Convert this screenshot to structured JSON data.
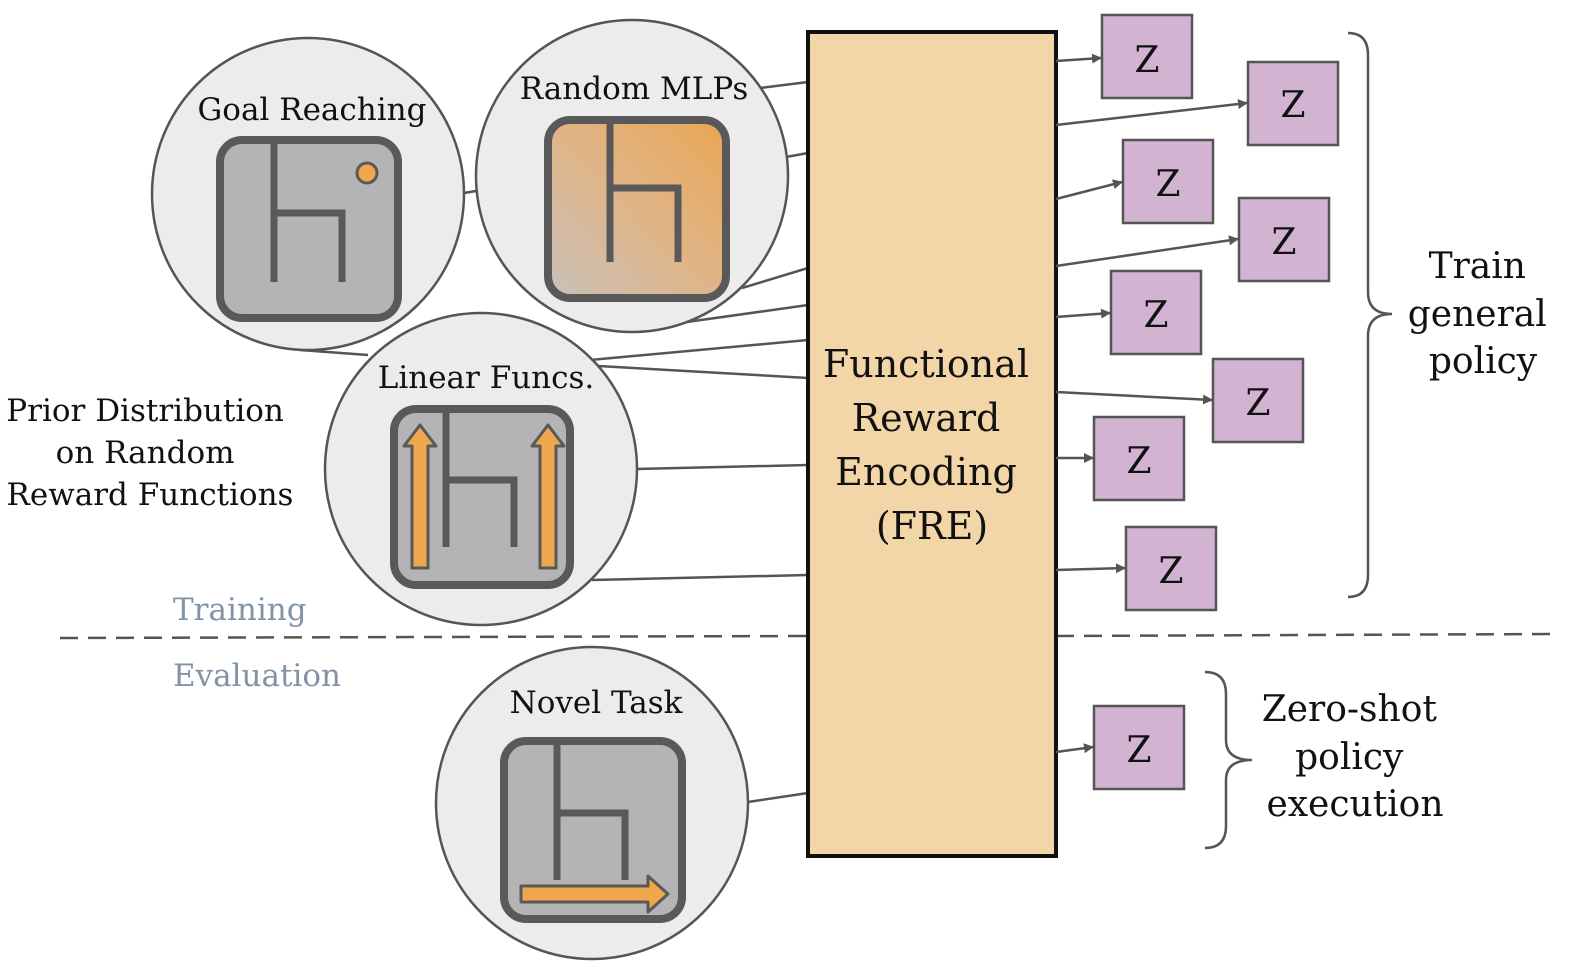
{
  "colors": {
    "fre_fill": "#f2d6a8",
    "z_fill": "#d2b4d2",
    "circle_fill": "#ececec",
    "maze_fill": "#b4b4b4",
    "accent_orange": "#f0a64a",
    "section_text": "#8293a6",
    "line": "#555555"
  },
  "prior_label": [
    "Prior Distribution",
    "on Random",
    "Reward Functions"
  ],
  "sources": {
    "goal": "Goal Reaching",
    "mlp": "Random MLPs",
    "linear": "Linear Funcs.",
    "novel": "Novel Task"
  },
  "fre_lines": [
    "Functional",
    "Reward",
    "Encoding",
    "(FRE)"
  ],
  "z_label": "Z",
  "train_label": [
    "Train",
    "general",
    "policy"
  ],
  "zeroshot_label": [
    "Zero-shot",
    "policy",
    "execution"
  ],
  "sections": {
    "training": "Training",
    "evaluation": "Evaluation"
  },
  "icons": {
    "goal": "maze-with-goal-dot-icon",
    "mlp": "maze-gradient-icon",
    "linear": "maze-up-arrows-icon",
    "novel": "maze-right-arrow-icon"
  }
}
